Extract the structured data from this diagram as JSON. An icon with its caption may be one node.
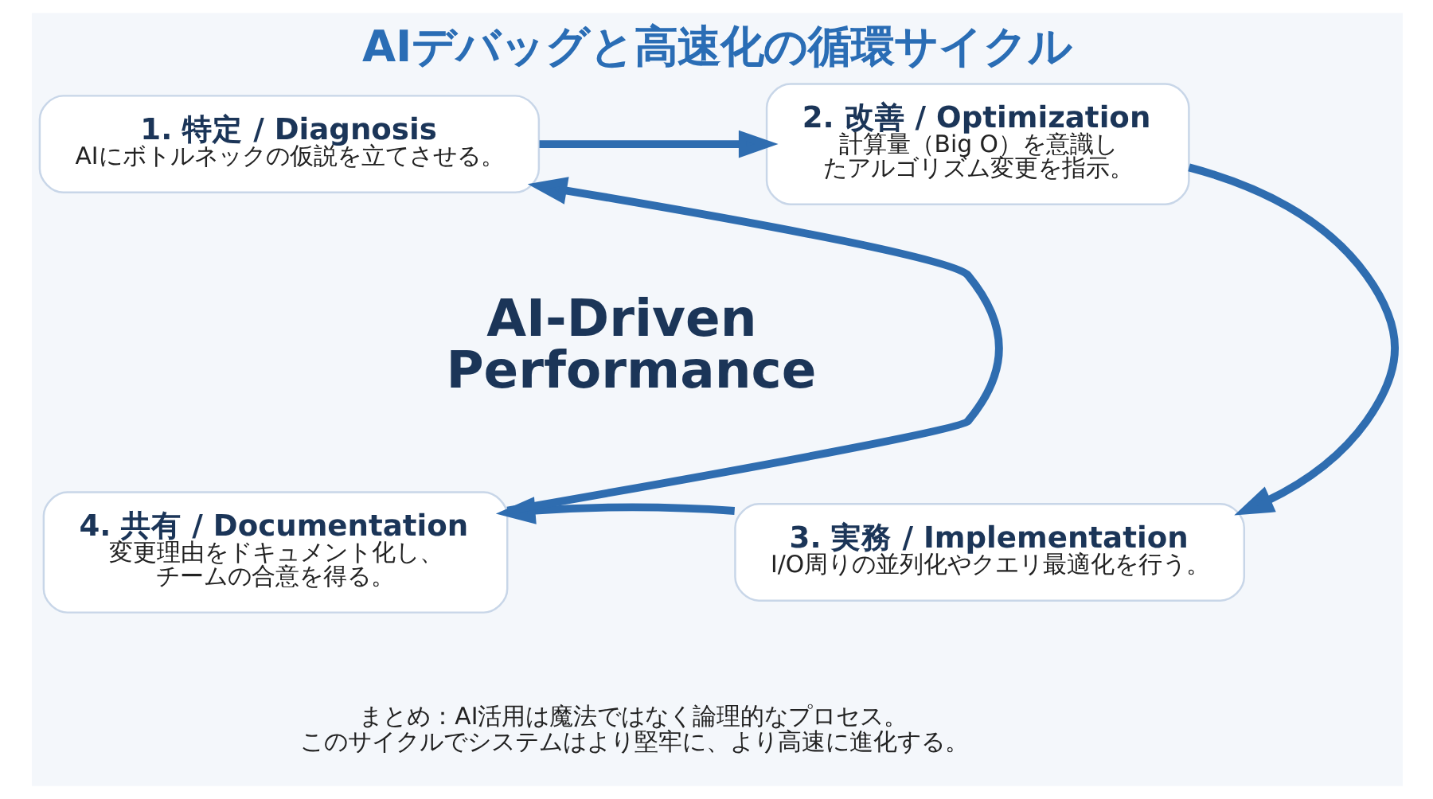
{
  "diagram": {
    "title": "AIデバッグと高速化の循環サイクル",
    "nodes": [
      {
        "text": [
          "1. 特定 / Diagnosis",
          "AIにボトルネックの仮説を立てさせる。"
        ]
      },
      {
        "text": [
          "2. 改善 / Optimization",
          "計算量（Big O）を意識したアルゴリズム変更を指示。"
        ]
      },
      {
        "text": [
          "3. 実務 / Implementation",
          "I/O周りの並列化やクエリ最適化を行う。"
        ]
      },
      {
        "text": [
          "4. 共有 / Documentation",
          "変更理由をドキュメント化し、チームの合意を得る。"
        ]
      }
    ],
    "edges": [
      {
        "from": 0,
        "to": 1,
        "arrow": "to"
      },
      {
        "from": 1,
        "to": 2,
        "arrow": "to"
      },
      {
        "from": 2,
        "to": 3,
        "arrow": "to"
      },
      {
        "from": 3,
        "to": 0,
        "arrow": "to"
      }
    ],
    "labels": [
      "AI-Driven Performance",
      "まとめ：AI活用は魔法ではなく論理的なプロセス。このサイクルでシステムはより堅牢に、より高速に進化する。"
    ]
  }
}
